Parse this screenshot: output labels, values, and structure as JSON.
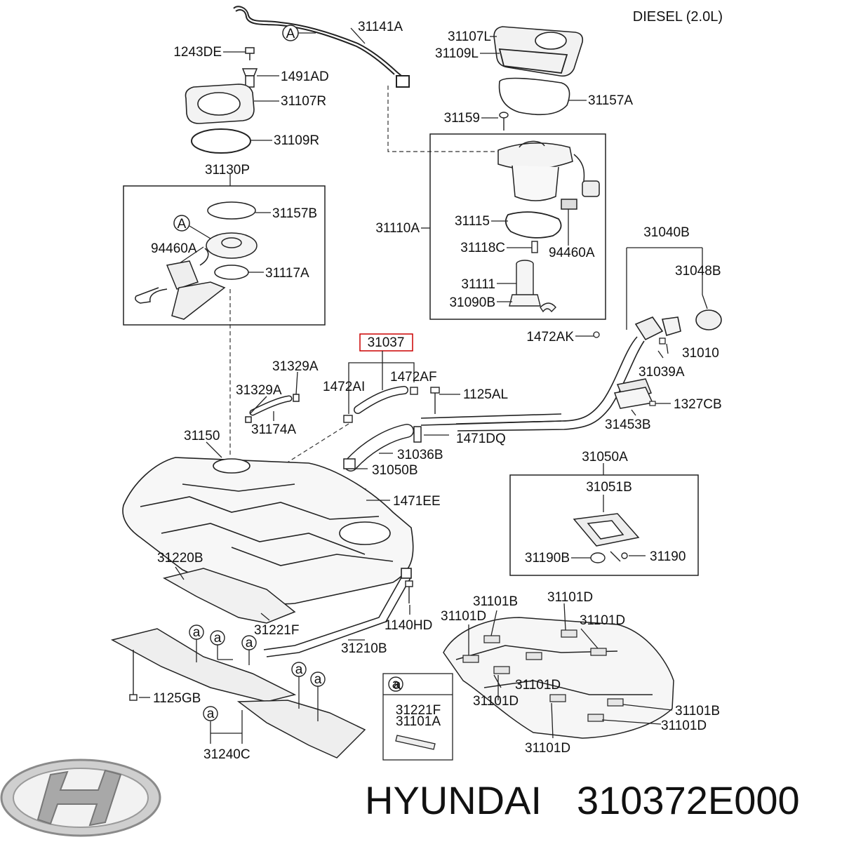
{
  "header": {
    "variant": "DIESEL (2.0L)"
  },
  "footer": {
    "brand": "HYUNDAI",
    "part_number": "310372E000"
  },
  "highlight": {
    "part": "31037",
    "color": "#cc0000"
  },
  "legend_marks": {
    "a": "a",
    "A": "A"
  },
  "labels": {
    "p31141A": "31141A",
    "p1243DE": "1243DE",
    "p1491AD": "1491AD",
    "p31107R": "31107R",
    "p31109R": "31109R",
    "p31130P": "31130P",
    "p31157B": "31157B",
    "p94460A_l": "94460A",
    "p31117A": "31117A",
    "p31107L": "31107L",
    "p31109L": "31109L",
    "p31157A": "31157A",
    "p31159": "31159",
    "p31110A": "31110A",
    "p31115": "31115",
    "p31118C": "31118C",
    "p94460A_r": "94460A",
    "p31111": "31111",
    "p31090B": "31090B",
    "p31040B": "31040B",
    "p31048B": "31048B",
    "p1472AK": "1472AK",
    "p31010": "31010",
    "p31039A": "31039A",
    "p31453B": "31453B",
    "p1327CB": "1327CB",
    "p31329A_1": "31329A",
    "p31329A_2": "31329A",
    "p31174A": "31174A",
    "p1472AI": "1472AI",
    "p1472AF": "1472AF",
    "p1125AL": "1125AL",
    "p1471DQ": "1471DQ",
    "p31036B": "31036B",
    "p31050B": "31050B",
    "p1471EE": "1471EE",
    "p31150": "31150",
    "p31050A": "31050A",
    "p31051B": "31051B",
    "p31190B": "31190B",
    "p31190": "31190",
    "p31220B": "31220B",
    "p31221F": "31221F",
    "p1140HD": "1140HD",
    "p31210B": "31210B",
    "p1125GB": "1125GB",
    "p31240C": "31240C",
    "p31101B_1": "31101B",
    "p31101D_1": "31101D",
    "p31101D_2": "31101D",
    "p31101D_3": "31101D",
    "p31101D_4": "31101D",
    "p31101D_5": "31101D",
    "p31101B_2": "31101B",
    "p31101D_6": "31101D",
    "p31101D_7": "31101D",
    "p31221F_box": "31221F",
    "p31101A_box": "31101A"
  }
}
